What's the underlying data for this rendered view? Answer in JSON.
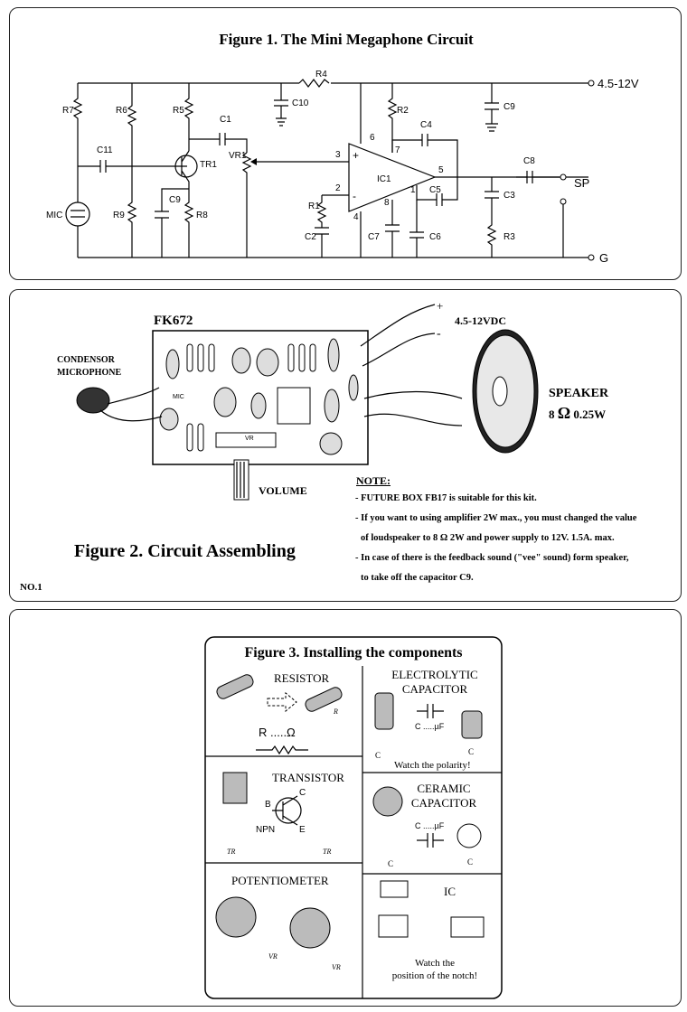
{
  "figure1": {
    "title": "Figure 1. The Mini Megaphone Circuit",
    "labels": {
      "r1": "R1",
      "r2": "R2",
      "r3": "R3",
      "r4": "R4",
      "r5": "R5",
      "r6": "R6",
      "r7": "R7",
      "r8": "R8",
      "r9": "R9",
      "c1": "C1",
      "c2": "C2",
      "c3": "C3",
      "c4": "C4",
      "c5": "C5",
      "c6": "C6",
      "c7": "C7",
      "c8": "C8",
      "c9": "C9",
      "c10": "C10",
      "c11": "C11",
      "tr1": "TR1",
      "vr1": "VR1",
      "ic1": "IC1",
      "mic": "MIC",
      "sp": "SP",
      "g": "G",
      "supply": "4.5-12V",
      "pin2": "2",
      "pin3": "3",
      "pin4": "4",
      "pin5": "5",
      "pin6": "6",
      "pin7": "7",
      "pin8": "8",
      "pin1": "1",
      "plus": "+",
      "minus": "-"
    }
  },
  "figure2": {
    "title": "Figure 2. Circuit Assembling",
    "board_name": "FK672",
    "mic_label_1": "CONDENSOR",
    "mic_label_2": "MICROPHONE",
    "pcb_mic": "MIC",
    "pcb_vr": "VR",
    "supply_label": "4.5-12VDC",
    "plus": "+",
    "minus": "-",
    "speaker_label": "SPEAKER",
    "speaker_spec_a": "8",
    "speaker_spec_omega": "Ω",
    "speaker_spec_b": "0.25W",
    "volume": "VOLUME",
    "page_no": "NO.1",
    "note_title": "NOTE:",
    "notes": [
      "- FUTURE BOX FB17 is suitable for this kit.",
      "- If you want to using amplifier 2W max., you must changed the value",
      "of loudspeaker to 8 Ω 2W and power supply to 12V. 1.5A. max.",
      "- In case of there is the feedback sound (\"vee\" sound) form speaker,",
      "to take off the capacitor C9."
    ]
  },
  "figure3": {
    "title": "Figure 3. Installing the components",
    "resistor": "RESISTOR",
    "resistor_value": "R .....Ω",
    "electrolytic_1": "ELECTROLYTIC",
    "electrolytic_2": "CAPACITOR",
    "cap_value": "C .....µF",
    "c_letter": "C",
    "polarity": "Watch the polarity!",
    "transistor": "TRANSISTOR",
    "npn": "NPN",
    "b": "B",
    "c": "C",
    "e": "E",
    "tr": "TR",
    "ceramic_1": "CERAMIC",
    "ceramic_2": "CAPACITOR",
    "potentiometer": "POTENTIOMETER",
    "vr": "VR",
    "ic": "IC",
    "notch_1": "Watch the",
    "notch_2": "position of the notch!",
    "r_letter": "R"
  }
}
